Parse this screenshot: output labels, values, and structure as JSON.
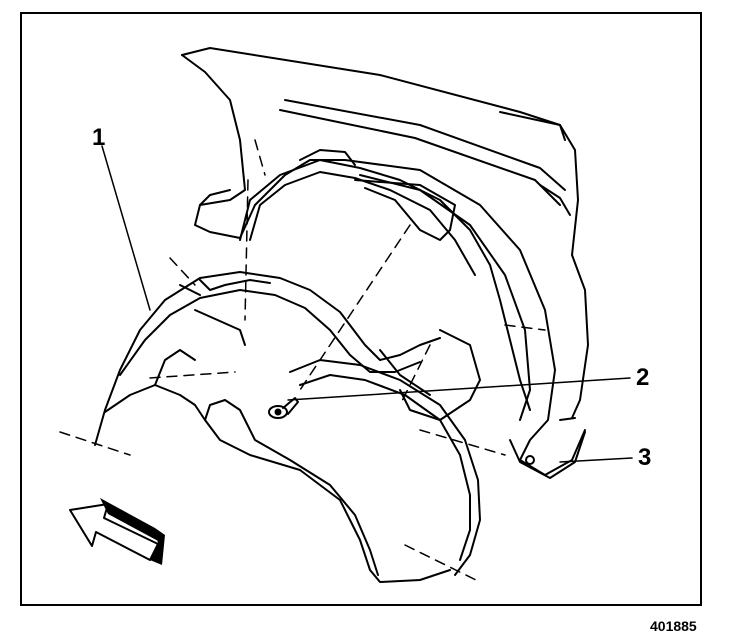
{
  "figure": {
    "figure_number": "401885",
    "callouts": [
      {
        "id": "1",
        "label": "1"
      },
      {
        "id": "2",
        "label": "2"
      },
      {
        "id": "3",
        "label": "3"
      }
    ],
    "direction_arrow": "forward-direction-arrow-icon",
    "style": {
      "line_color": "#000000",
      "background": "#ffffff"
    }
  }
}
